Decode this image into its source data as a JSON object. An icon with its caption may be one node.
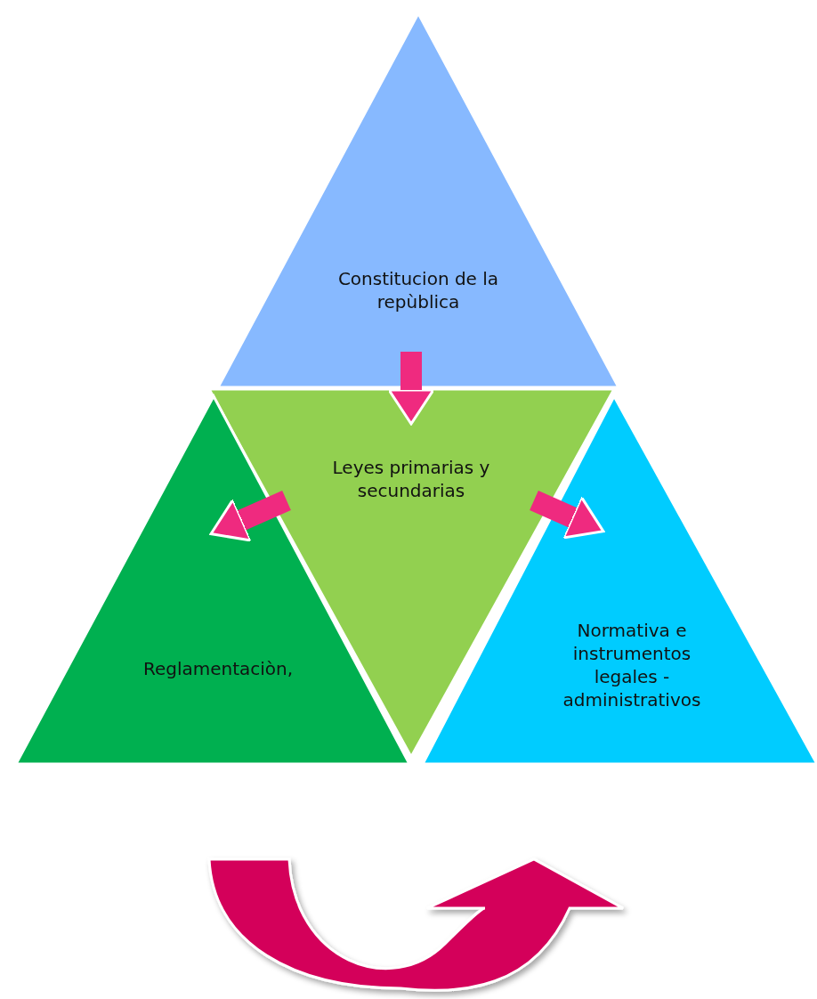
{
  "diagram": {
    "nodes": [
      {
        "text": [
          "Constitucion de la repùblica"
        ]
      },
      {
        "text": [
          "Leyes primarias y secundarias"
        ]
      },
      {
        "text": [
          "Reglamentaciòn,"
        ]
      },
      {
        "text": [
          "Normativa e instrumentos legales - administrativos"
        ]
      }
    ],
    "edges": [
      {
        "from": 0,
        "to": 1,
        "arrow": "to"
      },
      {
        "from": 1,
        "to": 2,
        "arrow": "to"
      },
      {
        "from": 1,
        "to": 3,
        "arrow": "to"
      }
    ]
  }
}
